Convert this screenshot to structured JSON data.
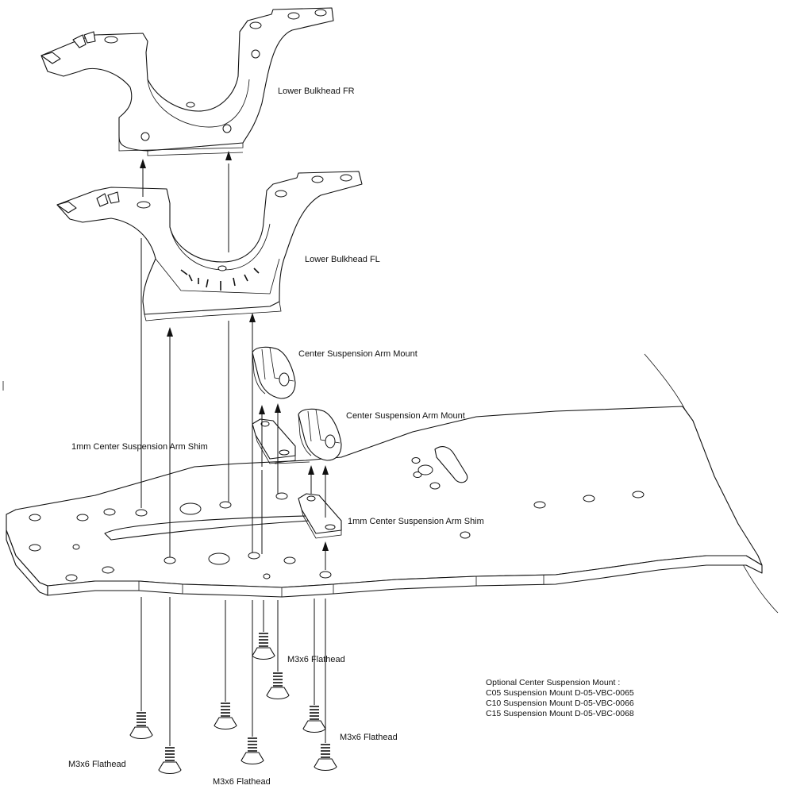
{
  "labels": {
    "bulkhead_fr": "Lower Bulkhead FR",
    "bulkhead_fl": "Lower Bulkhead FL",
    "mount_upper": "Center Suspension Arm Mount",
    "mount_lower": "Center Suspension Arm Mount",
    "shim_left": "1mm Center Suspension Arm Shim",
    "shim_right": "1mm Center Suspension Arm Shim",
    "screw_center": "M3x6 Flathead",
    "screw_right": "M3x6 Flathead",
    "screw_left": "M3x6 Flathead",
    "screw_bottom": "M3x6 Flathead"
  },
  "note": {
    "lines": [
      "Optional Center Suspension Mount :",
      "C05 Suspension Mount D-05-VBC-0065",
      "C10 Suspension Mount D-05-VBC-0066",
      "C15 Suspension Mount D-05-VBC-0068"
    ]
  }
}
